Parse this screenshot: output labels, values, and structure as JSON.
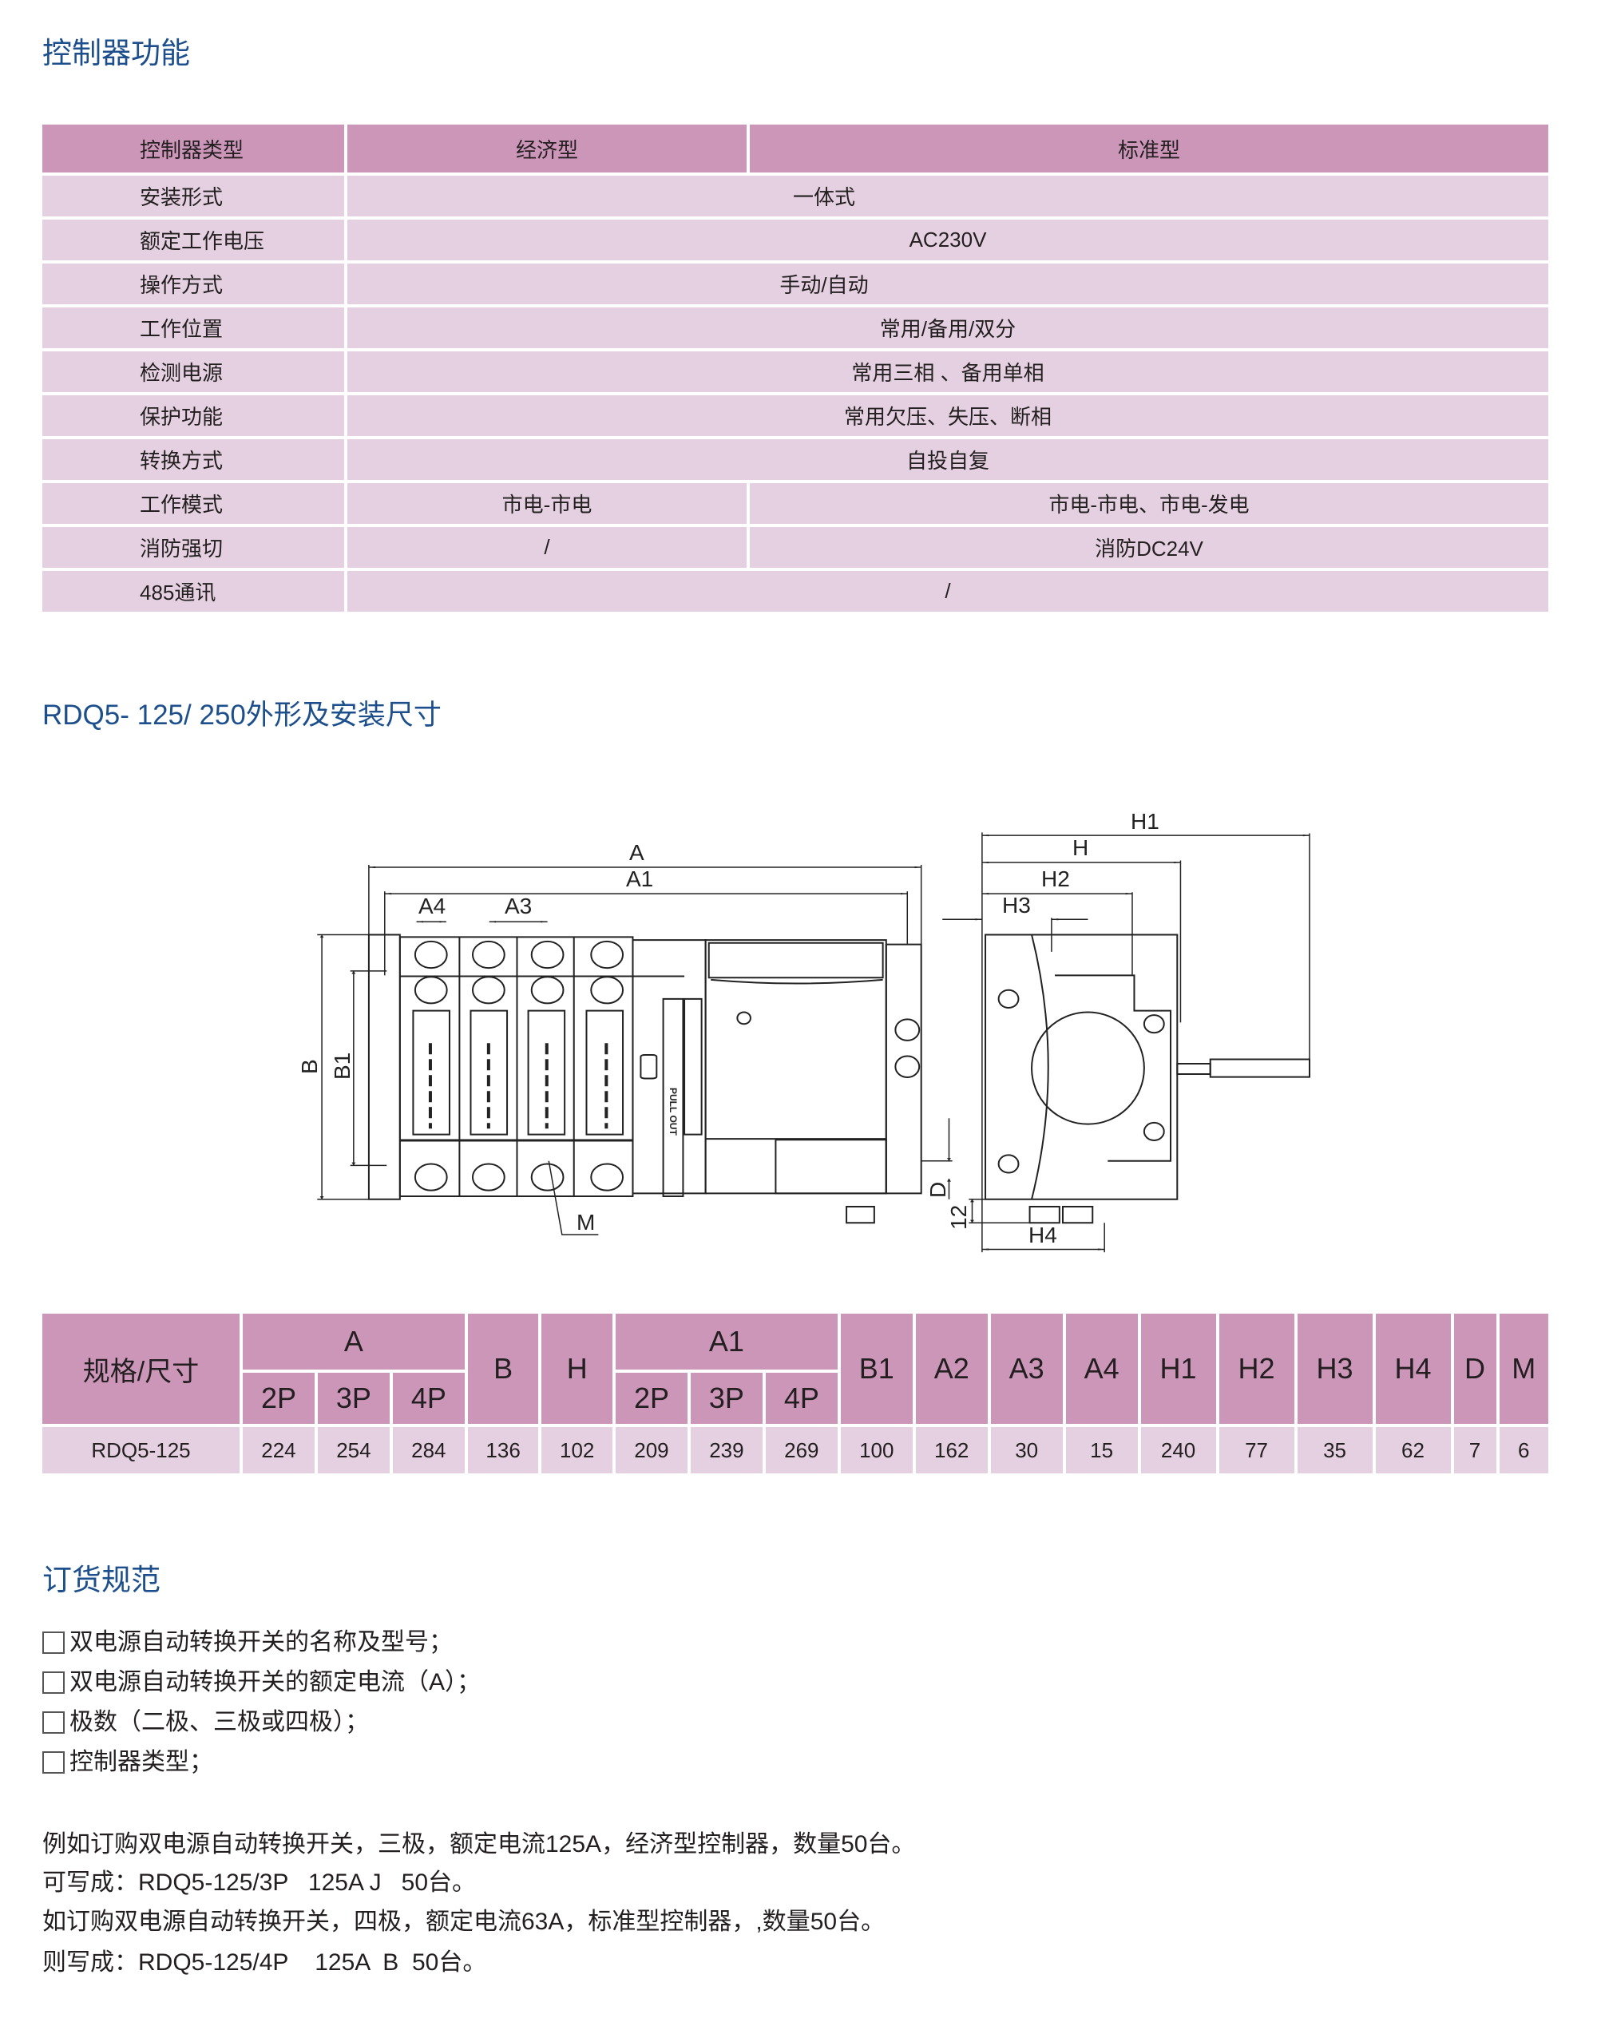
{
  "section1": {
    "title": "控制器功能",
    "header": [
      "控制器类型",
      "经济型",
      "标准型"
    ],
    "rows": [
      {
        "label": "安装形式",
        "value": "一体式"
      },
      {
        "label": "额定工作电压",
        "value": "AC230V"
      },
      {
        "label": "操作方式",
        "value": "手动/自动"
      },
      {
        "label": "工作位置",
        "value": "常用/备用/双分"
      },
      {
        "label": "检测电源",
        "value": "常用三相 、备用单相"
      },
      {
        "label": "保护功能",
        "value": "常用欠压、失压、断相"
      },
      {
        "label": "转换方式",
        "value": "自投自复"
      },
      {
        "label": "工作模式",
        "economy": "市电-市电",
        "standard": "市电-市电、市电-发电"
      },
      {
        "label": "消防强切",
        "economy": "/",
        "standard": "消防DC24V"
      },
      {
        "label": "485通讯",
        "value": "/"
      }
    ]
  },
  "section2": {
    "title": "RDQ5- 125/ 250外形及安装尺寸",
    "diagram_labels": {
      "A": "A",
      "A1": "A1",
      "A3": "A3",
      "A4": "A4",
      "B": "B",
      "B1": "B1",
      "M": "M",
      "D": "D",
      "d12": "12",
      "H": "H",
      "H1": "H1",
      "H2": "H2",
      "H3": "H3",
      "H4": "H4",
      "pull_out": "PULL OUT"
    }
  },
  "dim_table": {
    "corner": "规格/尺寸",
    "groups": {
      "A": "A",
      "A1": "A1"
    },
    "sub": [
      "2P",
      "3P",
      "4P"
    ],
    "single_headers": {
      "B": "B",
      "H": "H",
      "B1": "B1",
      "A2": "A2",
      "A3": "A3",
      "A4": "A4",
      "H1": "H1",
      "H2": "H2",
      "H3": "H3",
      "H4": "H4",
      "D": "D",
      "M": "M"
    },
    "row": {
      "model": "RDQ5-125",
      "values": [
        "224",
        "254",
        "284",
        "136",
        "102",
        "209",
        "239",
        "269",
        "100",
        "162",
        "30",
        "15",
        "240",
        "77",
        "35",
        "62",
        "7",
        "6"
      ]
    }
  },
  "section3": {
    "title": "订货规范",
    "items": [
      "双电源自动转换开关的名称及型号；",
      "双电源自动转换开关的额定电流（A）；",
      "极数（二极、三极或四极）；",
      "控制器类型；"
    ],
    "examples": [
      "例如订购双电源自动转换开关，三极，额定电流125A，经济型控制器，数量50台。",
      "可写成：RDQ5-125/3P   125A J   50台。",
      "如订购双电源自动转换开关，四极，额定电流63A，标准型控制器，,数量50台。",
      "则写成：RDQ5-125/4P    125A  B  50台。"
    ]
  },
  "colors": {
    "title": "#1c4f8c",
    "header": "#cc96b9",
    "row": "#e4d0e0"
  }
}
